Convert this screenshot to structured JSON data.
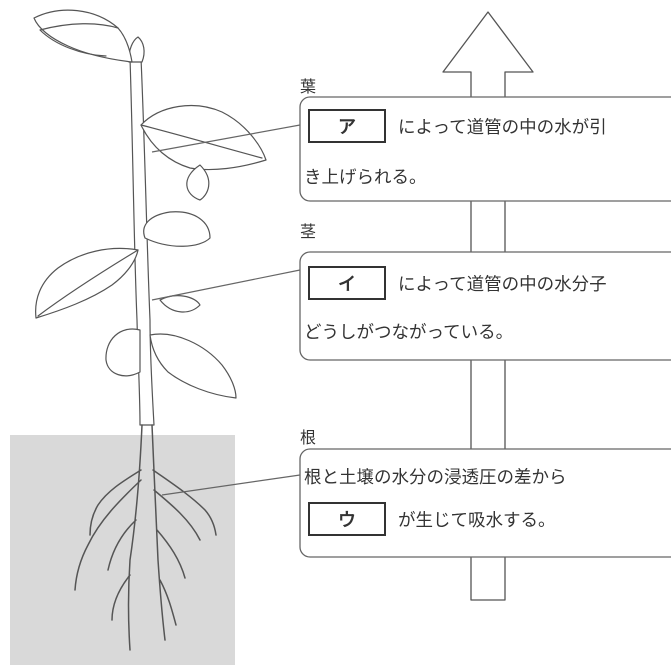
{
  "soil_color": "#d9d9d9",
  "arrow_label": "",
  "sections": [
    {
      "organ": "葉",
      "key": "ア",
      "line1": "によって道管の中の水が引",
      "line2": "き上げられる。"
    },
    {
      "organ": "茎",
      "key": "イ",
      "line1": "によって道管の中の水分子",
      "line2": "どうしがつながっている。"
    },
    {
      "organ": "根",
      "line1": "根と土壌の水分の浸透圧の差から",
      "key": "ウ",
      "line2": "が生じて吸水する。"
    }
  ]
}
